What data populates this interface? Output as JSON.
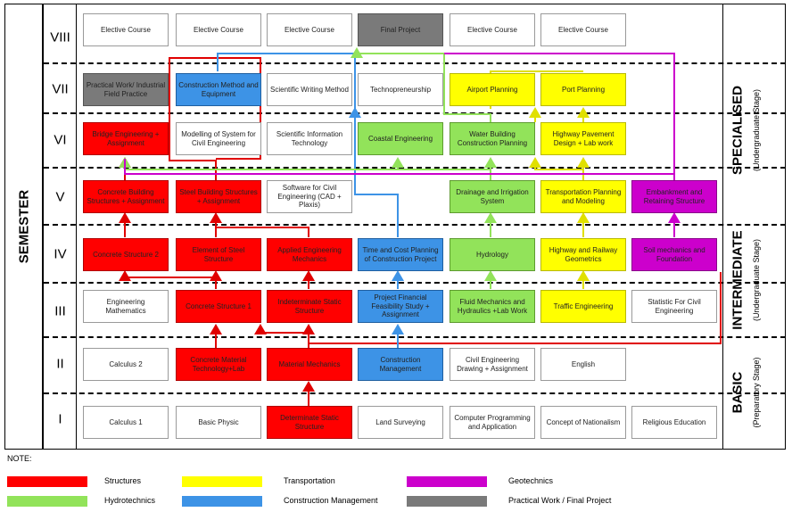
{
  "axis_title": "SEMESTER",
  "semesters": [
    "VIII",
    "VII",
    "VI",
    "V",
    "IV",
    "III",
    "II",
    "I"
  ],
  "stages": {
    "specialised": "SPECIALISED",
    "specialised_sub": "(Undergraduate Stage)",
    "intermediate": "INTERMEDIATE",
    "intermediate_sub": "(Undergraduate Stage)",
    "basic": "BASIC",
    "basic_sub": "(Preparatory Stage)"
  },
  "courses": {
    "s8_c1": "Elective Course",
    "s8_c2": "Elective Course",
    "s8_c3": "Elective Course",
    "s8_c4": "Final Project",
    "s8_c5": "Elective Course",
    "s8_c6": "Elective Course",
    "s7_c1": "Practical Work/ Industrial Field Practice",
    "s7_c2": "Construction Method and Equipment",
    "s7_c3": "Scientific Writing Method",
    "s7_c4": "Technopreneurship",
    "s7_c5": "Airport Planning",
    "s7_c6": "Port Planning",
    "s6_c1": "Bridge Engineering + Assignment",
    "s6_c2": "Modelling of System for Civil Engineering",
    "s6_c3": "Scientific Information Technology",
    "s6_c4": "Coastal Engineering",
    "s6_c5": "Water Building Construction Planning",
    "s6_c6": "Highway Pavement Design + Lab work",
    "s5_c1": "Concrete Building Structures + Assignment",
    "s5_c2": "Steel Building Structures + Assignment",
    "s5_c3": "Software for Civil Engineering (CAD + Plaxis)",
    "s5_c5": "Drainage and Irrigation System",
    "s5_c6": "Transportation Planning and Modeling",
    "s5_c7": "Embankment and Retaining Structure",
    "s4_c1": "Concrete Structure 2",
    "s4_c2": "Element of Steel Structure",
    "s4_c3": "Applied Engineering Mechanics",
    "s4_c4": "Time and Cost Planning of Construction Project",
    "s4_c5": "Hydrology",
    "s4_c6": "Highway and Railway Geometrics",
    "s4_c7": "Soil mechanics and Foundation",
    "s3_c1": "Engineering Mathematics",
    "s3_c2": "Concrete Structure 1",
    "s3_c3": "Indeterminate Static Structure",
    "s3_c4": "Project Financial Feasibility Study + Assignment",
    "s3_c5": "Fluid Mechanics and Hydraulics +Lab Work",
    "s3_c6": "Traffic Engineering",
    "s3_c7": "Statistic For Civil Engineering",
    "s2_c1": "Calculus 2",
    "s2_c2": "Concrete Material Technology+Lab",
    "s2_c3": "Material Mechanics",
    "s2_c4": "Construction Management",
    "s2_c5": "Civil Engineering Drawing + Assignment",
    "s2_c6": "English",
    "s1_c1": "Calculus 1",
    "s1_c2": "Basic Physic",
    "s1_c3": "Determinate Static Structure",
    "s1_c4": "Land Surveying",
    "s1_c5": "Computer Programming and Application",
    "s1_c6": "Concept of Nationalism",
    "s1_c7": "Religious Education"
  },
  "legend": {
    "title": "NOTE:",
    "structures": "Structures",
    "hydrotechnics": "Hydrotechnics",
    "transportation": "Transportation",
    "construction_management": "Construction Management",
    "geotechnics": "Geotechnics",
    "practical": "Practical Work / Final Project"
  },
  "colors": {
    "structures": "#ff0000",
    "hydrotechnics": "#92e35a",
    "transportation": "#ffff00",
    "construction_management": "#3d93e6",
    "geotechnics": "#cc00cc",
    "practical": "#7a7a7a"
  }
}
